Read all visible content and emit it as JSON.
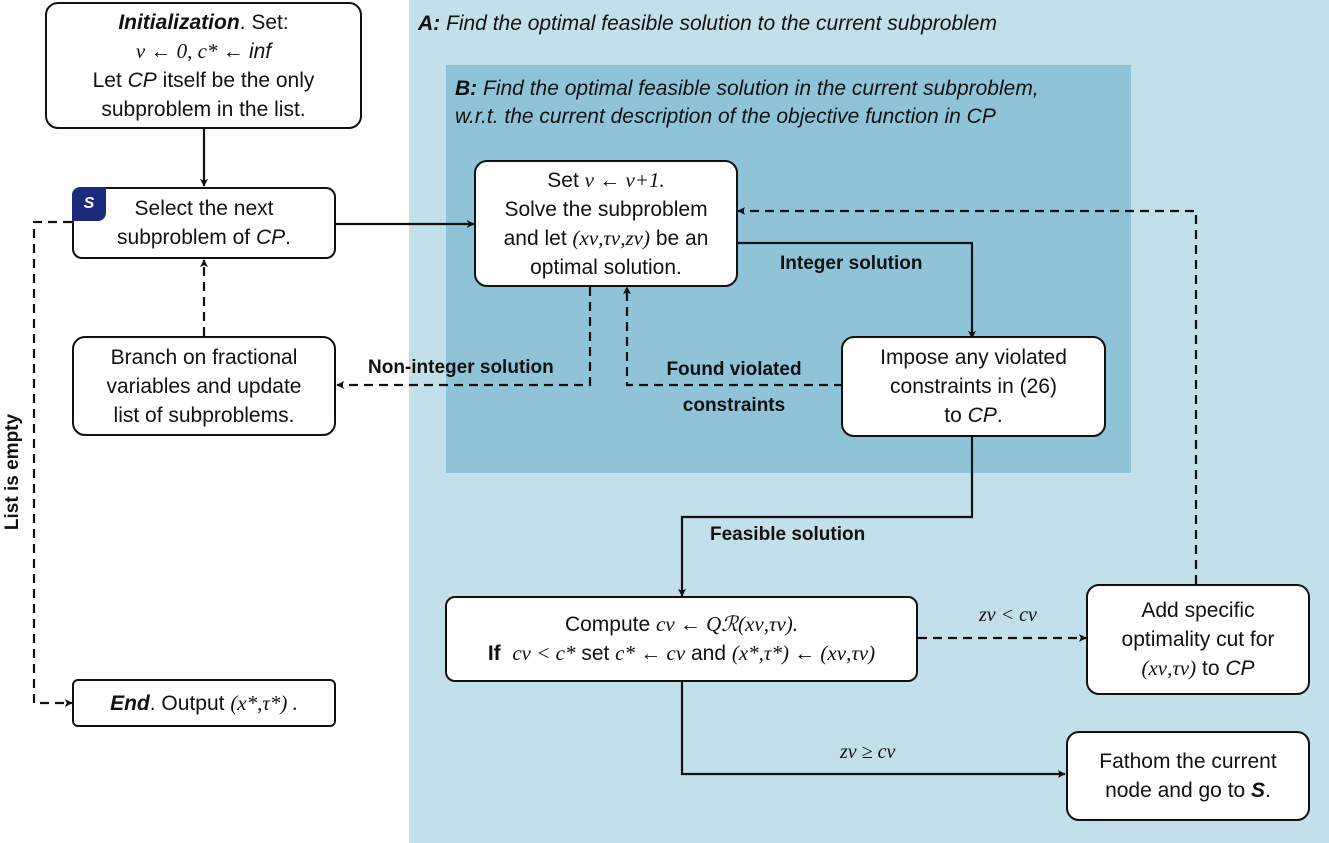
{
  "regions": {
    "a_prefix": "A:",
    "a_text": " Find the optimal feasible solution to the current subproblem",
    "b_prefix": "B:",
    "b_text": " Find the optimal feasible solution in the current subproblem,\nw.r.t. the current description of the objective function in CP"
  },
  "nodes": {
    "init": {
      "title": "Initialization",
      "title_suffix": ". Set:",
      "assign_nu": "ν ← 0, ",
      "assign_c": "c* ← ",
      "inf": "inf",
      "line3_pre": "Let ",
      "cp": "CP",
      "line3_post": " itself be the only",
      "line4": "subproblem in the list."
    },
    "select": {
      "badge": "S",
      "line1": "Select the next",
      "line2_pre": "subproblem of ",
      "cp": "CP",
      "line2_post": "."
    },
    "branch": {
      "line1": "Branch on fractional",
      "line2": "variables and update",
      "line3": "list of subproblems."
    },
    "end": {
      "title": "End",
      "text": ". Output ",
      "math": "(x*,τ*) ."
    },
    "solve": {
      "line1_pre": "Set ",
      "line1_math": "ν ← ν+1.",
      "line2": "Solve the subproblem",
      "line3_pre": "and let ",
      "line3_math": "(xν,τν,zν)",
      "line3_post": " be an",
      "line4": "optimal solution."
    },
    "impose": {
      "line1": "Impose any violated",
      "line2": "constraints in (26)",
      "line3_pre": "to ",
      "cp": "CP",
      "line3_post": "."
    },
    "compute": {
      "line1_pre": "Compute ",
      "line1_math": "cν ← Qℛ(xν,τν).",
      "if": "If",
      "line2_math_a": "cν < c*",
      "line2_mid": " set ",
      "line2_math_b": "c* ← cν",
      "line2_and": " and ",
      "line2_math_c": "(x*,τ*) ← (xν,τν)"
    },
    "optcut": {
      "line1": "Add specific",
      "line2": "optimality cut for",
      "line3_math": "(xν,τν)",
      "line3_mid": " to ",
      "cp": "CP"
    },
    "fathom": {
      "line1": "Fathom the current",
      "line2_pre": "node and go to ",
      "s": "S",
      "line2_post": "."
    }
  },
  "edges": {
    "list_empty": "List is empty",
    "non_integer": "Non-integer solution",
    "integer": "Integer solution",
    "found_violated_1": "Found violated",
    "found_violated_2": "constraints",
    "feasible": "Feasible solution",
    "z_less_c": "zν < cν",
    "z_geq_c": "zν ≥ cν"
  },
  "colors": {
    "region_a": "#c3dfea",
    "region_b": "#8fc3d8",
    "badge": "#1b2a7d",
    "stroke": "#111111"
  }
}
